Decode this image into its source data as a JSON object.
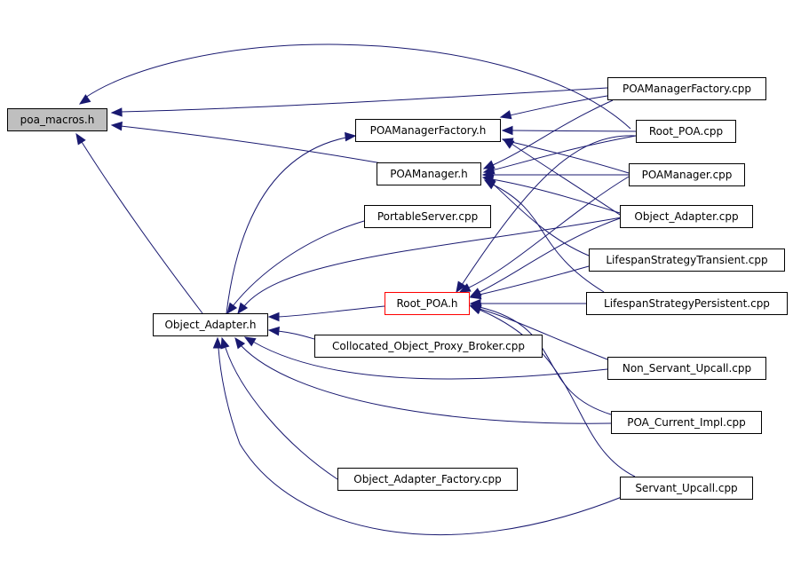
{
  "diagram": {
    "edge_color": "#191970",
    "highlight_color": "#ff0000",
    "current_fill": "#bfbfbf",
    "nodes": {
      "poa_macros_h": "poa_macros.h",
      "poamanagerfactory_h": "POAManagerFactory.h",
      "poamanager_h": "POAManager.h",
      "portableserver_cpp": "PortableServer.cpp",
      "object_adapter_h": "Object_Adapter.h",
      "root_poa_h": "Root_POA.h",
      "collocated_cpp": "Collocated_Object_Proxy_Broker.cpp",
      "object_adapter_factory_cpp": "Object_Adapter_Factory.cpp",
      "poamanagerfactory_cpp": "POAManagerFactory.cpp",
      "root_poa_cpp": "Root_POA.cpp",
      "poamanager_cpp": "POAManager.cpp",
      "object_adapter_cpp": "Object_Adapter.cpp",
      "lifespan_transient_cpp": "LifespanStrategyTransient.cpp",
      "lifespan_persistent_cpp": "LifespanStrategyPersistent.cpp",
      "non_servant_upcall_cpp": "Non_Servant_Upcall.cpp",
      "poa_current_impl_cpp": "POA_Current_Impl.cpp",
      "servant_upcall_cpp": "Servant_Upcall.cpp"
    }
  }
}
